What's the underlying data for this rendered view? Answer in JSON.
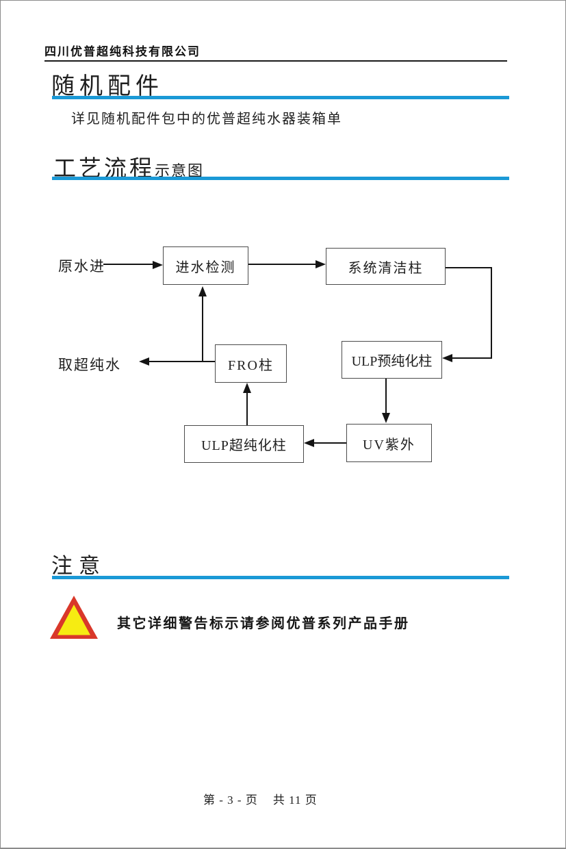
{
  "colors": {
    "accent_blue": "#1b99d6",
    "page_border": "#8b8b8b",
    "triangle_red": "#d9382a",
    "triangle_yellow": "#f6ec12"
  },
  "header": {
    "company_name": "四川优普超纯科技有限公司"
  },
  "accessories": {
    "title": "随机配件",
    "body": "详见随机配件包中的优普超纯水器装箱单"
  },
  "process": {
    "title_main": "工艺流程",
    "title_sub": "示意图"
  },
  "flowchart": {
    "label_raw_water_in": "原水进",
    "label_take_ultrapure_water": "取超纯水",
    "nodes": {
      "inlet_check": "进水检测",
      "system_clean_column": "系统清洁柱",
      "ulp_prepurify_column": "ULP预纯化柱",
      "uv_lamp": "UV紫外",
      "ulp_ultrapurify_column": "ULP超纯化柱",
      "fro_column": "FRO柱"
    }
  },
  "notice": {
    "title": "注意",
    "warning_text": "其它详细警告标示请参阅优普系列产品手册"
  },
  "footer": {
    "page_label": "第 - 3 - 页",
    "total_label": "共 11 页"
  }
}
